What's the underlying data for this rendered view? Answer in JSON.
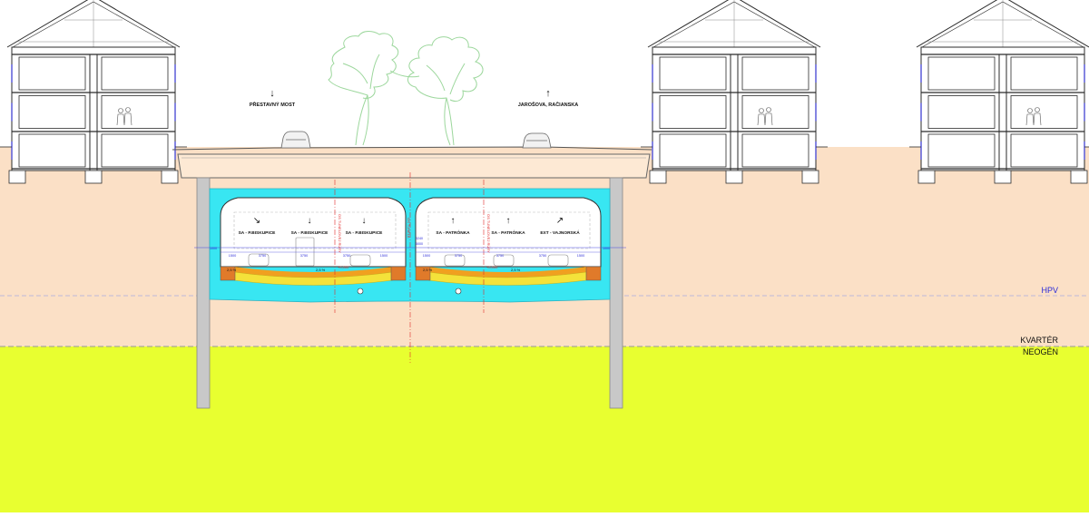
{
  "colors": {
    "sky": "#ffffff",
    "quaternary_soil": "#fbe0c6",
    "neogene_soil": "#e8ff30",
    "tunnel_lining": "#38e6f2",
    "tunnel_interior": "#ffffff",
    "road_layer_orange": "#f0a020",
    "road_layer_yellow": "#f4e23a",
    "diaphragm_wall": "#c8c8c8",
    "building_line": "#2b2b2b",
    "tree_line": "#9cd79c",
    "hpv_text": "#2a2ad8",
    "dimension_red": "#e02a2a"
  },
  "surface_labels": {
    "left": {
      "arrow": "↓",
      "text": "PŘESTAVNÝ MOST"
    },
    "right": {
      "arrow": "↑",
      "text": "JAROŠOVA, RAČIANSKA"
    }
  },
  "tunnel": {
    "left_tube": {
      "lanes": [
        {
          "arrow": "↘",
          "text": "SA - P.BISKUPICE"
        },
        {
          "arrow": "↓",
          "text": "SA - P.BISKUPICE"
        },
        {
          "arrow": "↓",
          "text": "SA - P.BISKUPICE"
        }
      ],
      "slopes": [
        "2,5 %",
        "2,5 %"
      ],
      "dims": [
        "1500",
        "3750",
        "3750",
        "3750",
        "1500"
      ]
    },
    "right_tube": {
      "lanes": [
        {
          "arrow": "↑",
          "text": "SA - PATRÓNKA"
        },
        {
          "arrow": "↑",
          "text": "SA - PATRÓNKA"
        },
        {
          "arrow": "↗",
          "text": "EXT - VAJNORSKÁ"
        }
      ],
      "slopes": [
        "2,5 %",
        "2,5 %"
      ],
      "dims": [
        "1500",
        "3750",
        "3750",
        "3750",
        "1500"
      ]
    },
    "axis_labels": [
      "OS TUNELOVEJ RÚRY",
      "OS TUNELOVEJ RÚRY",
      "OS TUNELA"
    ],
    "small_dims": [
      "1000",
      "1000",
      "3240",
      "5000"
    ],
    "levels": [
      "+0,000",
      "+0,000"
    ]
  },
  "geology": {
    "hpv": "HPV",
    "quaternary": "KVARTÉR",
    "neogene": "NEOGÉN"
  }
}
